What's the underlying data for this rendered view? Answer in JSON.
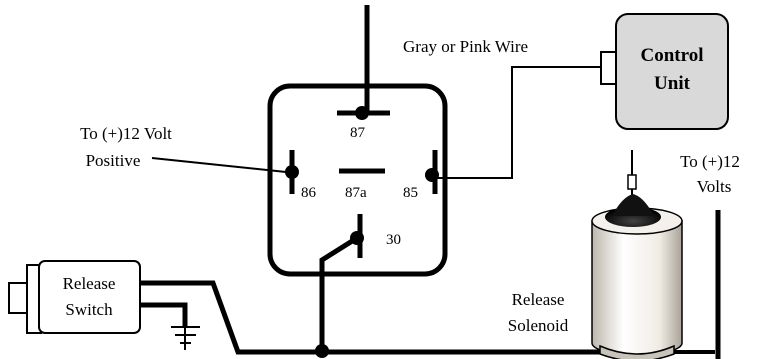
{
  "labels": {
    "wire": "Gray or Pink Wire",
    "control_unit_line1": "Control",
    "control_unit_line2": "Unit",
    "positive_line1": "To (+)12 Volt",
    "positive_line2": "Positive",
    "volts_line1": "To (+)12",
    "volts_line2": "Volts",
    "release_switch_line1": "Release",
    "release_switch_line2": "Switch",
    "release_solenoid_line1": "Release",
    "release_solenoid_line2": "Solenoid"
  },
  "relay_pins": {
    "p87": "87",
    "p86": "86",
    "p87a": "87a",
    "p85": "85",
    "p30": "30"
  },
  "colors": {
    "line": "#000000",
    "control_unit_fill": "#d9d9d9",
    "solenoid_body": "#f2efe9"
  }
}
